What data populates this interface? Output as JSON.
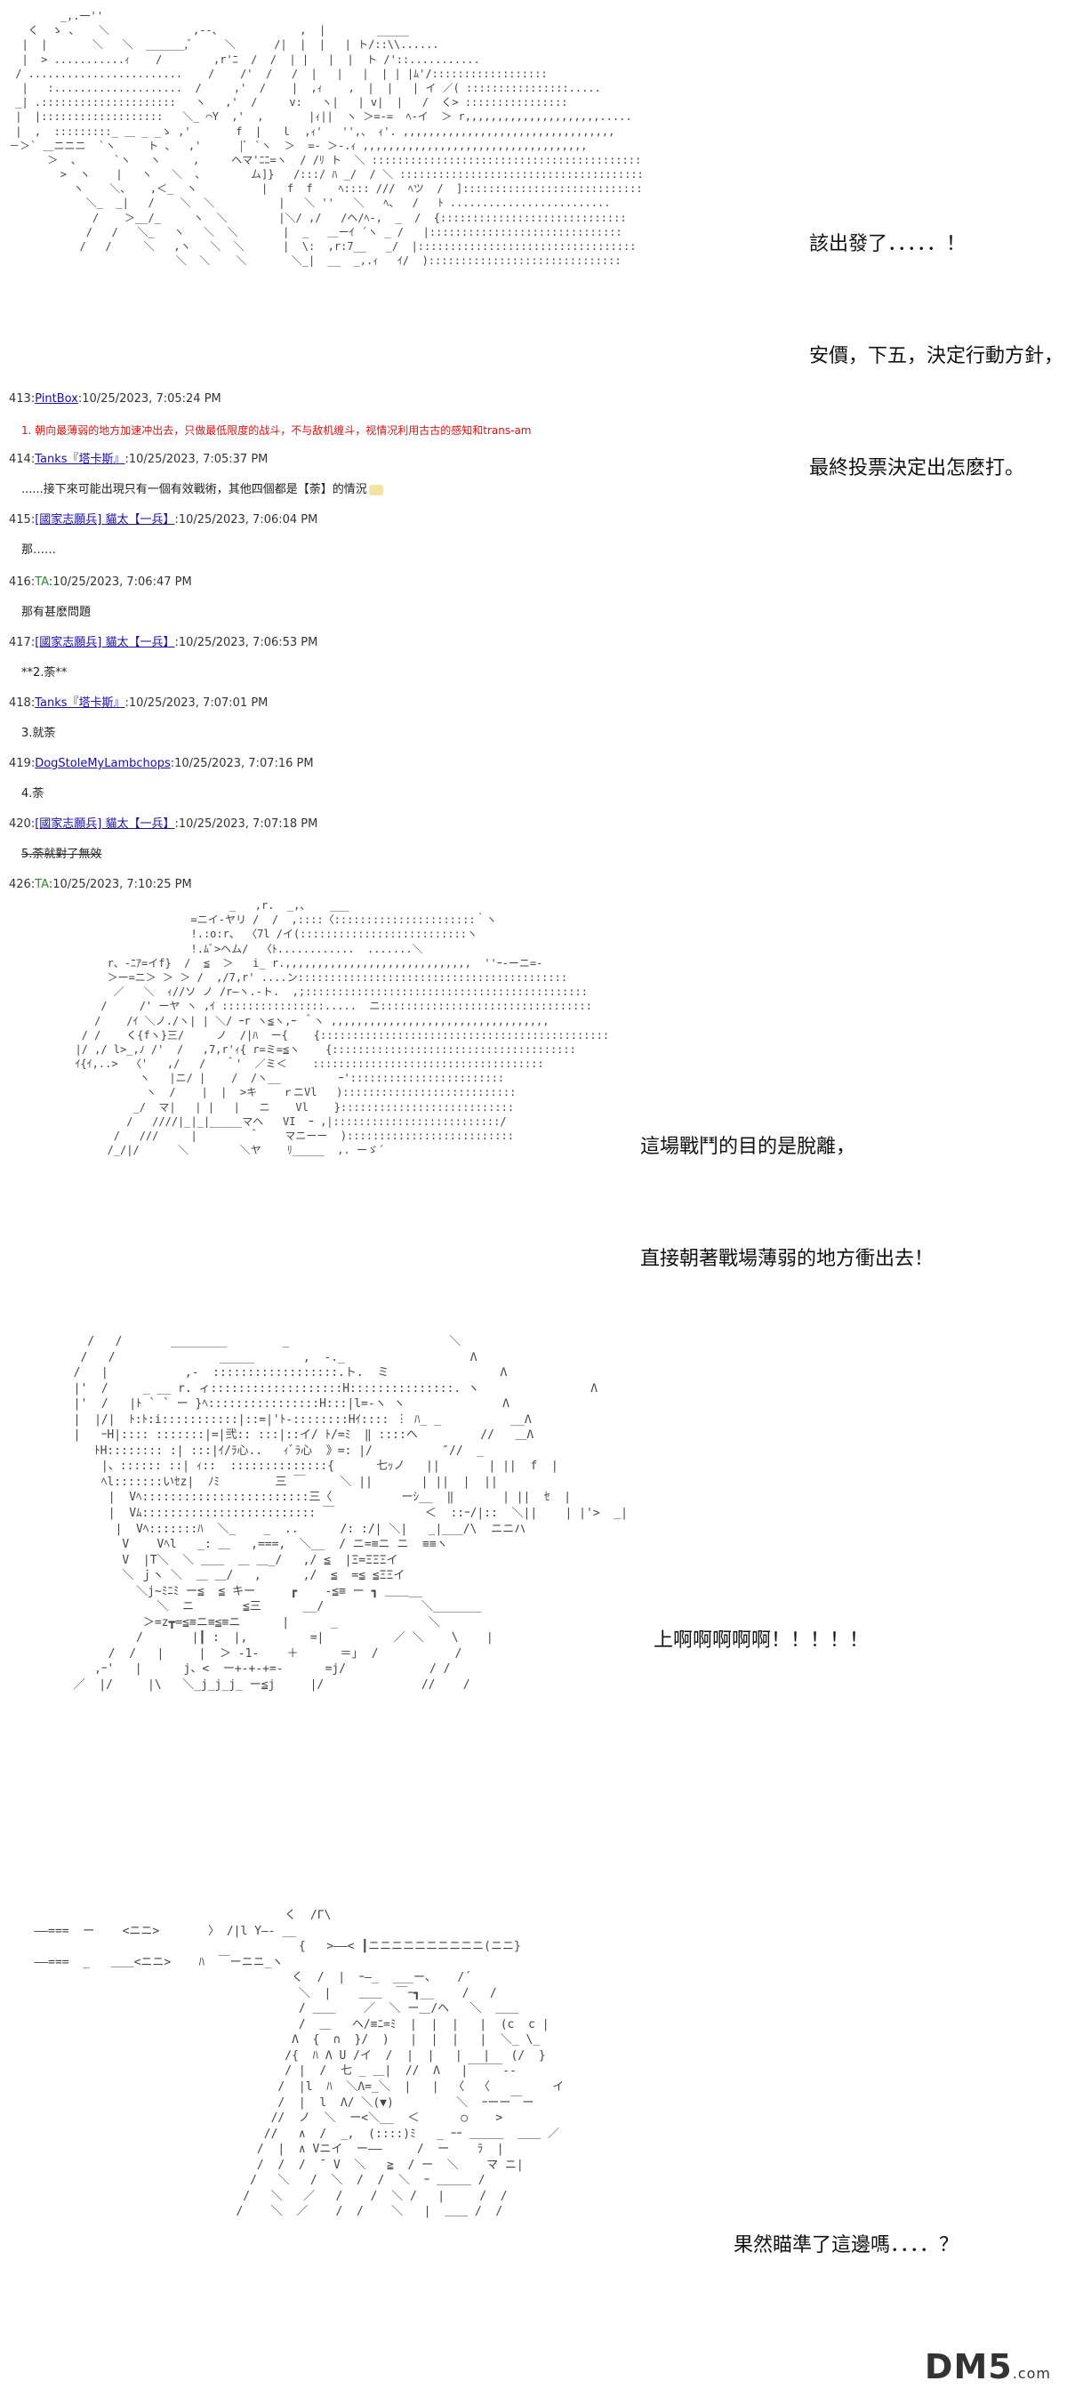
{
  "panels": [
    {
      "caption_lines": [
        "該出發了．．．．．！",
        "安價，下五，決定行動方針，",
        "最終投票決定出怎麽打。"
      ]
    },
    {
      "caption_lines": [
        "這場戰鬥的目的是脫離，",
        "直接朝著戰場薄弱的地方衝出去！"
      ]
    },
    {
      "caption_lines": [
        "上啊啊啊啊啊！！！！！"
      ]
    },
    {
      "caption_lines": [
        "果然瞄準了這邊嗎．．．．？"
      ]
    }
  ],
  "thread": [
    {
      "num": "413:",
      "name": "PintBox",
      "time": ":10/25/2023, 7:05:24 PM",
      "body": "1. 朝向最薄弱的地方加速冲出去，只做最低限度的战斗，不与敌机缠斗，视情况利用古古的感知和trans-am"
    },
    {
      "num": "414:",
      "name": "Tanks『塔卡斯』",
      "time": ":10/25/2023, 7:05:37 PM",
      "body": "......接下來可能出現只有一個有效戰術，其他四個都是【荼】的情況"
    },
    {
      "num": "415:",
      "name": "[國家志願兵] 貓太【一兵】",
      "time": ":10/25/2023, 7:06:04 PM",
      "body": "那……"
    },
    {
      "num": "416:",
      "name": "TA",
      "time": ":10/25/2023, 7:06:47 PM",
      "body": "那有甚麽問題"
    },
    {
      "num": "417:",
      "name": "[國家志願兵] 貓太【一兵】",
      "time": ":10/25/2023, 7:06:53 PM",
      "body": "**2.荼**"
    },
    {
      "num": "418:",
      "name": "Tanks『塔卡斯』",
      "time": ":10/25/2023, 7:07:01 PM",
      "body": "3.就荼"
    },
    {
      "num": "419:",
      "name": "DogStoleMyLambchops",
      "time": ":10/25/2023, 7:07:16 PM",
      "body": "4.荼"
    },
    {
      "num": "420:",
      "name": "[國家志願兵] 貓太【一兵】",
      "time": ":10/25/2023, 7:07:18 PM",
      "body": "5.荼就對了無效"
    },
    {
      "num": "426:",
      "name": "TA",
      "time": ":10/25/2023, 7:10:25 PM",
      "body": ""
    }
  ],
  "watermark": {
    "brand": "DM5",
    "suffix": ".com"
  },
  "colors": {
    "link": "#1a0dab",
    "ta_name": "#2e8b2e",
    "red_text": "#d11111"
  }
}
